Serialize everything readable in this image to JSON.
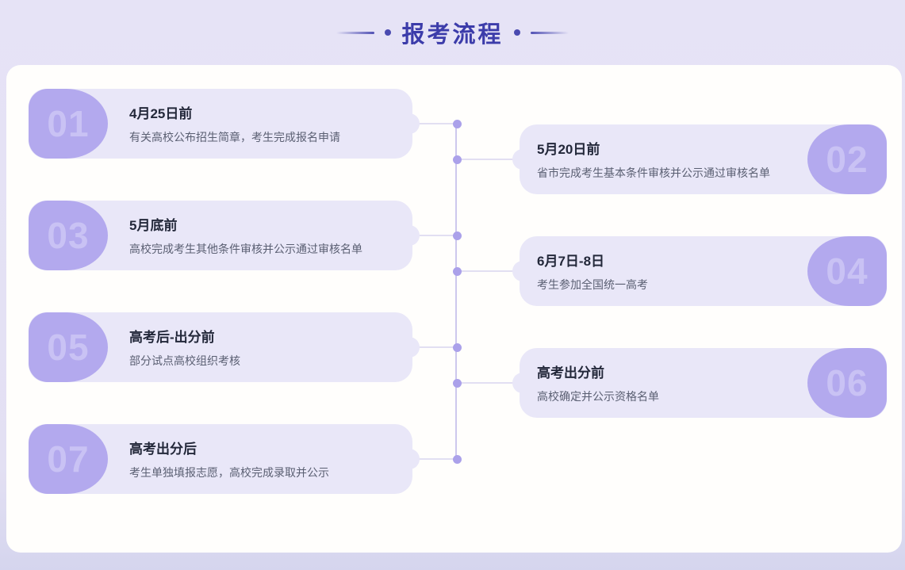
{
  "page": {
    "title": "报考流程"
  },
  "steps": [
    {
      "number": "01",
      "side": "left",
      "title": "4月25日前",
      "desc": "有关高校公布招生简章，考生完成报名申请"
    },
    {
      "number": "02",
      "side": "right",
      "title": "5月20日前",
      "desc": "省市完成考生基本条件审核并公示通过审核名单"
    },
    {
      "number": "03",
      "side": "left",
      "title": "5月底前",
      "desc": "高校完成考生其他条件审核并公示通过审核名单"
    },
    {
      "number": "04",
      "side": "right",
      "title": "6月7日-8日",
      "desc": "考生参加全国统一高考"
    },
    {
      "number": "05",
      "side": "left",
      "title": "高考后-出分前",
      "desc": "部分试点高校组织考核"
    },
    {
      "number": "06",
      "side": "right",
      "title": "高考出分前",
      "desc": "高校确定并公示资格名单"
    },
    {
      "number": "07",
      "side": "left",
      "title": "高考出分后",
      "desc": "考生单独填报志愿，高校完成录取并公示"
    }
  ],
  "colors": {
    "page_background": "#e4e1f4",
    "panel_background": "#fffefc",
    "card_background": "#e9e7f8",
    "badge_background": "#b3a9ee",
    "badge_number": "#c9c2f4",
    "heading_text": "#3c3caa",
    "card_title_text": "#23283a",
    "card_description_text": "#5a5f72",
    "timeline_dot": "#aba1ea",
    "timeline_line": "#cdc8ed"
  }
}
